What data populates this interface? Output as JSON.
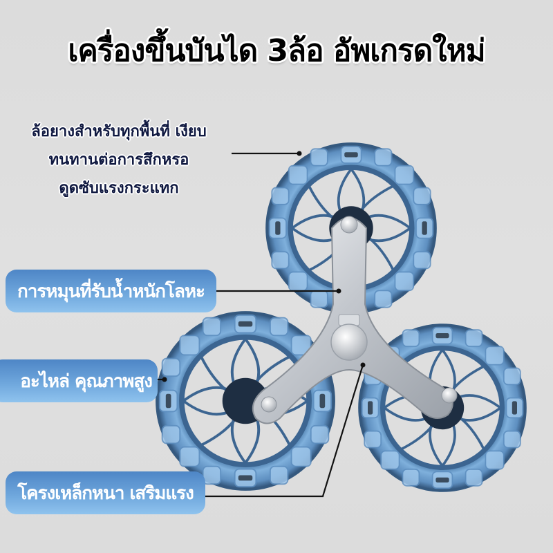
{
  "title": "เครื่องขึ้นบันได 3ล้อ อัพเกรดใหม่",
  "description": {
    "lines": [
      "ล้อยางสำหรับทุกพื้นที่ เงียบ",
      "ทนทานต่อการสึกหรอ",
      "ดูดซับแรงกระแทก"
    ]
  },
  "features": [
    {
      "label": "การหมุนที่รับน้ำหนักโลหะ"
    },
    {
      "label": "อะไหล่ คุณภาพสูง"
    },
    {
      "label": "โครงเหล็กหนา เสริมแรง"
    }
  ],
  "product": {
    "name": "three-wheel-stair-climbing-wheel",
    "wheel_count": 3
  },
  "colors": {
    "background": "#dedede",
    "title_text": "#000000",
    "description_text": "#0f1840",
    "pill_top": "#4e86c6",
    "pill_bottom": "#8fc3ee",
    "wheel_blue": "#5b8fc4",
    "frame_silver": "#c8cbd0"
  }
}
